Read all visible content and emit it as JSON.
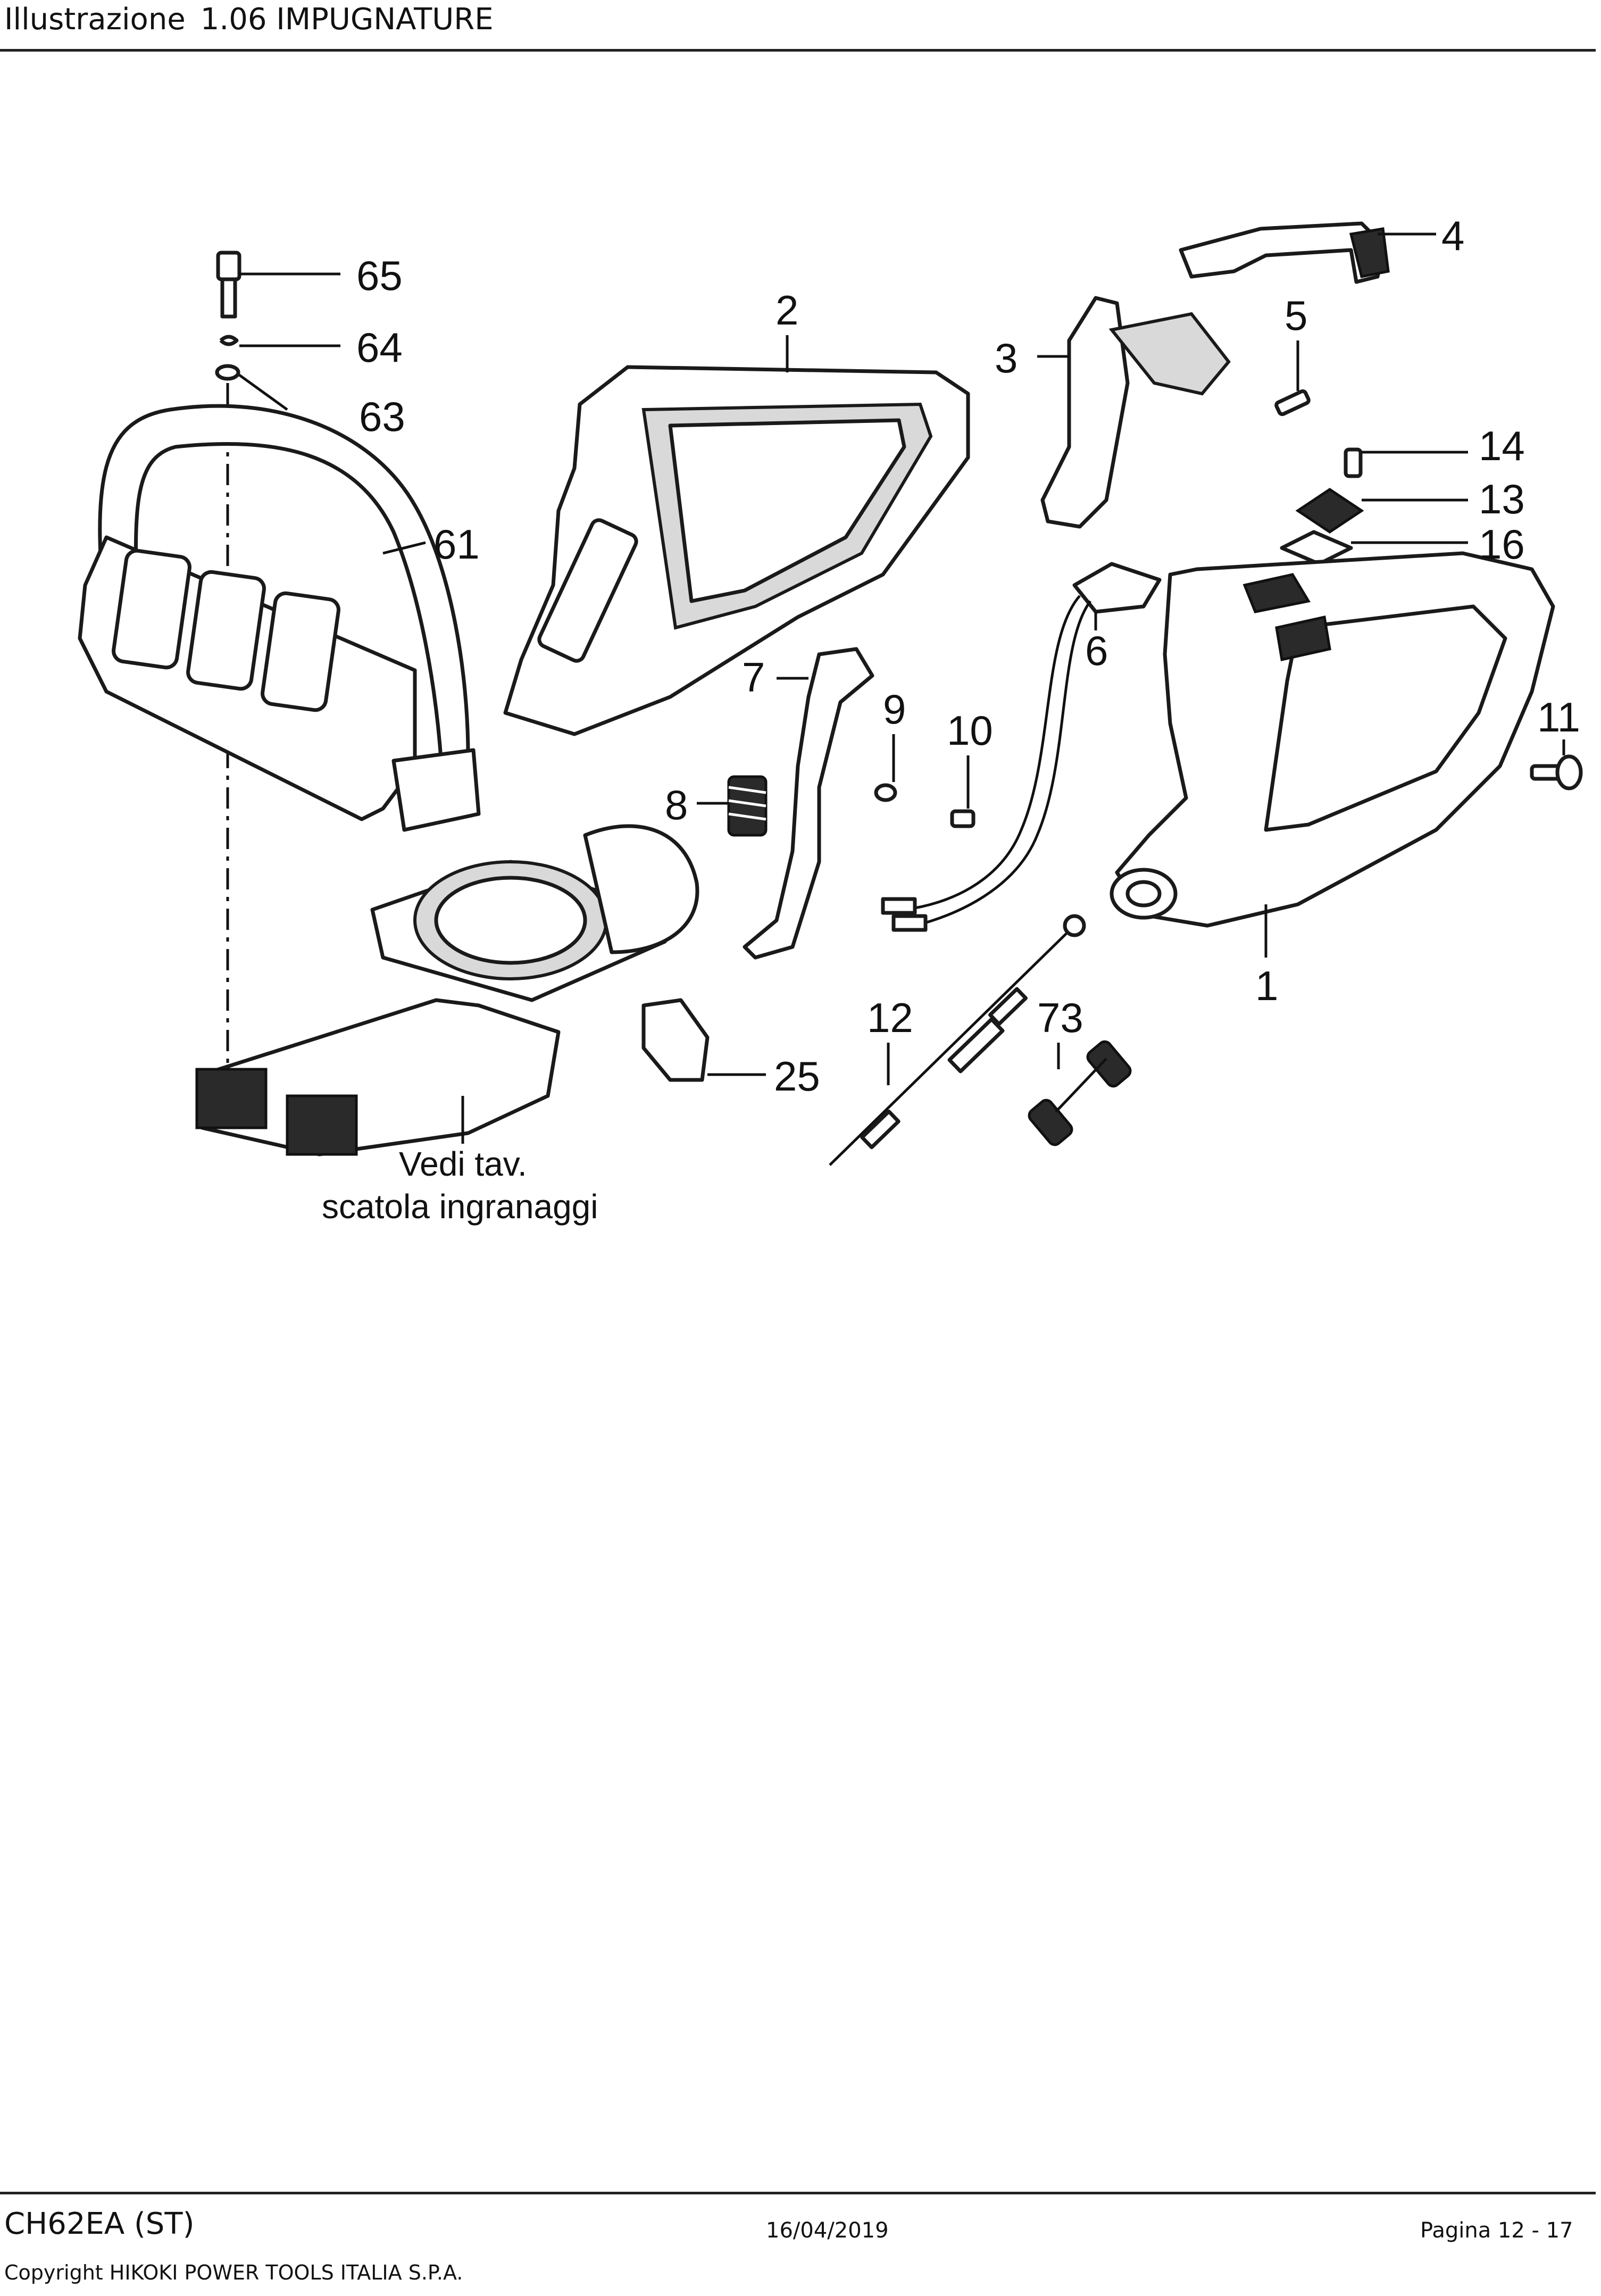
{
  "header": {
    "illustration_word": "Illustrazione",
    "section": "1.06 IMPUGNATURE"
  },
  "callouts": {
    "c1": "1",
    "c2": "2",
    "c3": "3",
    "c4": "4",
    "c5": "5",
    "c6": "6",
    "c7": "7",
    "c8": "8",
    "c9": "9",
    "c10": "10",
    "c11": "11",
    "c12": "12",
    "c13": "13",
    "c14": "14",
    "c16": "16",
    "c25": "25",
    "c61": "61",
    "c63": "63",
    "c64": "64",
    "c65": "65",
    "c73": "73"
  },
  "note": {
    "line1": "Vedi tav.",
    "line2": "scatola ingranaggi"
  },
  "footer": {
    "model": "CH62EA (ST)",
    "date": "16/04/2019",
    "page": "Pagina 12 - 17",
    "copyright": "Copyright HIKOKI POWER TOOLS ITALIA S.P.A."
  }
}
